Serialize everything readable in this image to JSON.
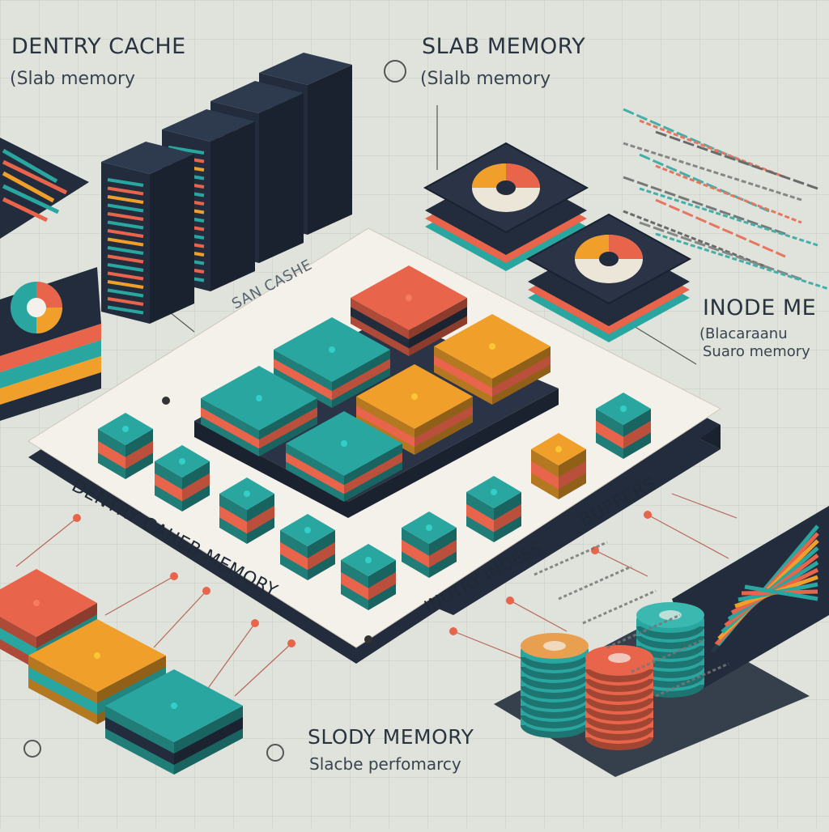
{
  "labels": {
    "dentry_title": "DENTRY CACHE",
    "dentry_sub": "(Slab memory",
    "slab_title": "SLAB MEMORY",
    "slab_sub": "(Slalb memory",
    "inode_title": "INODE ME",
    "inode_sub1": "(Blacaraanu",
    "inode_sub2": "Suaro memory",
    "slody_title": "SLODY MEMORY",
    "slody_sub": "Slacbe perfomarcy",
    "board_cache": "SAN CASHE",
    "board_dentry": "DENTRY CAHEB MEMORY",
    "board_inotry": "INOTRY INOESS",
    "board_buffers": "BUPFERS"
  },
  "colors": {
    "background": "#dfe3dc",
    "teal": "#2aa6a0",
    "orange": "#f0a02a",
    "coral": "#e8644a",
    "navy": "#232c3c",
    "board": "#f4f1ea"
  }
}
